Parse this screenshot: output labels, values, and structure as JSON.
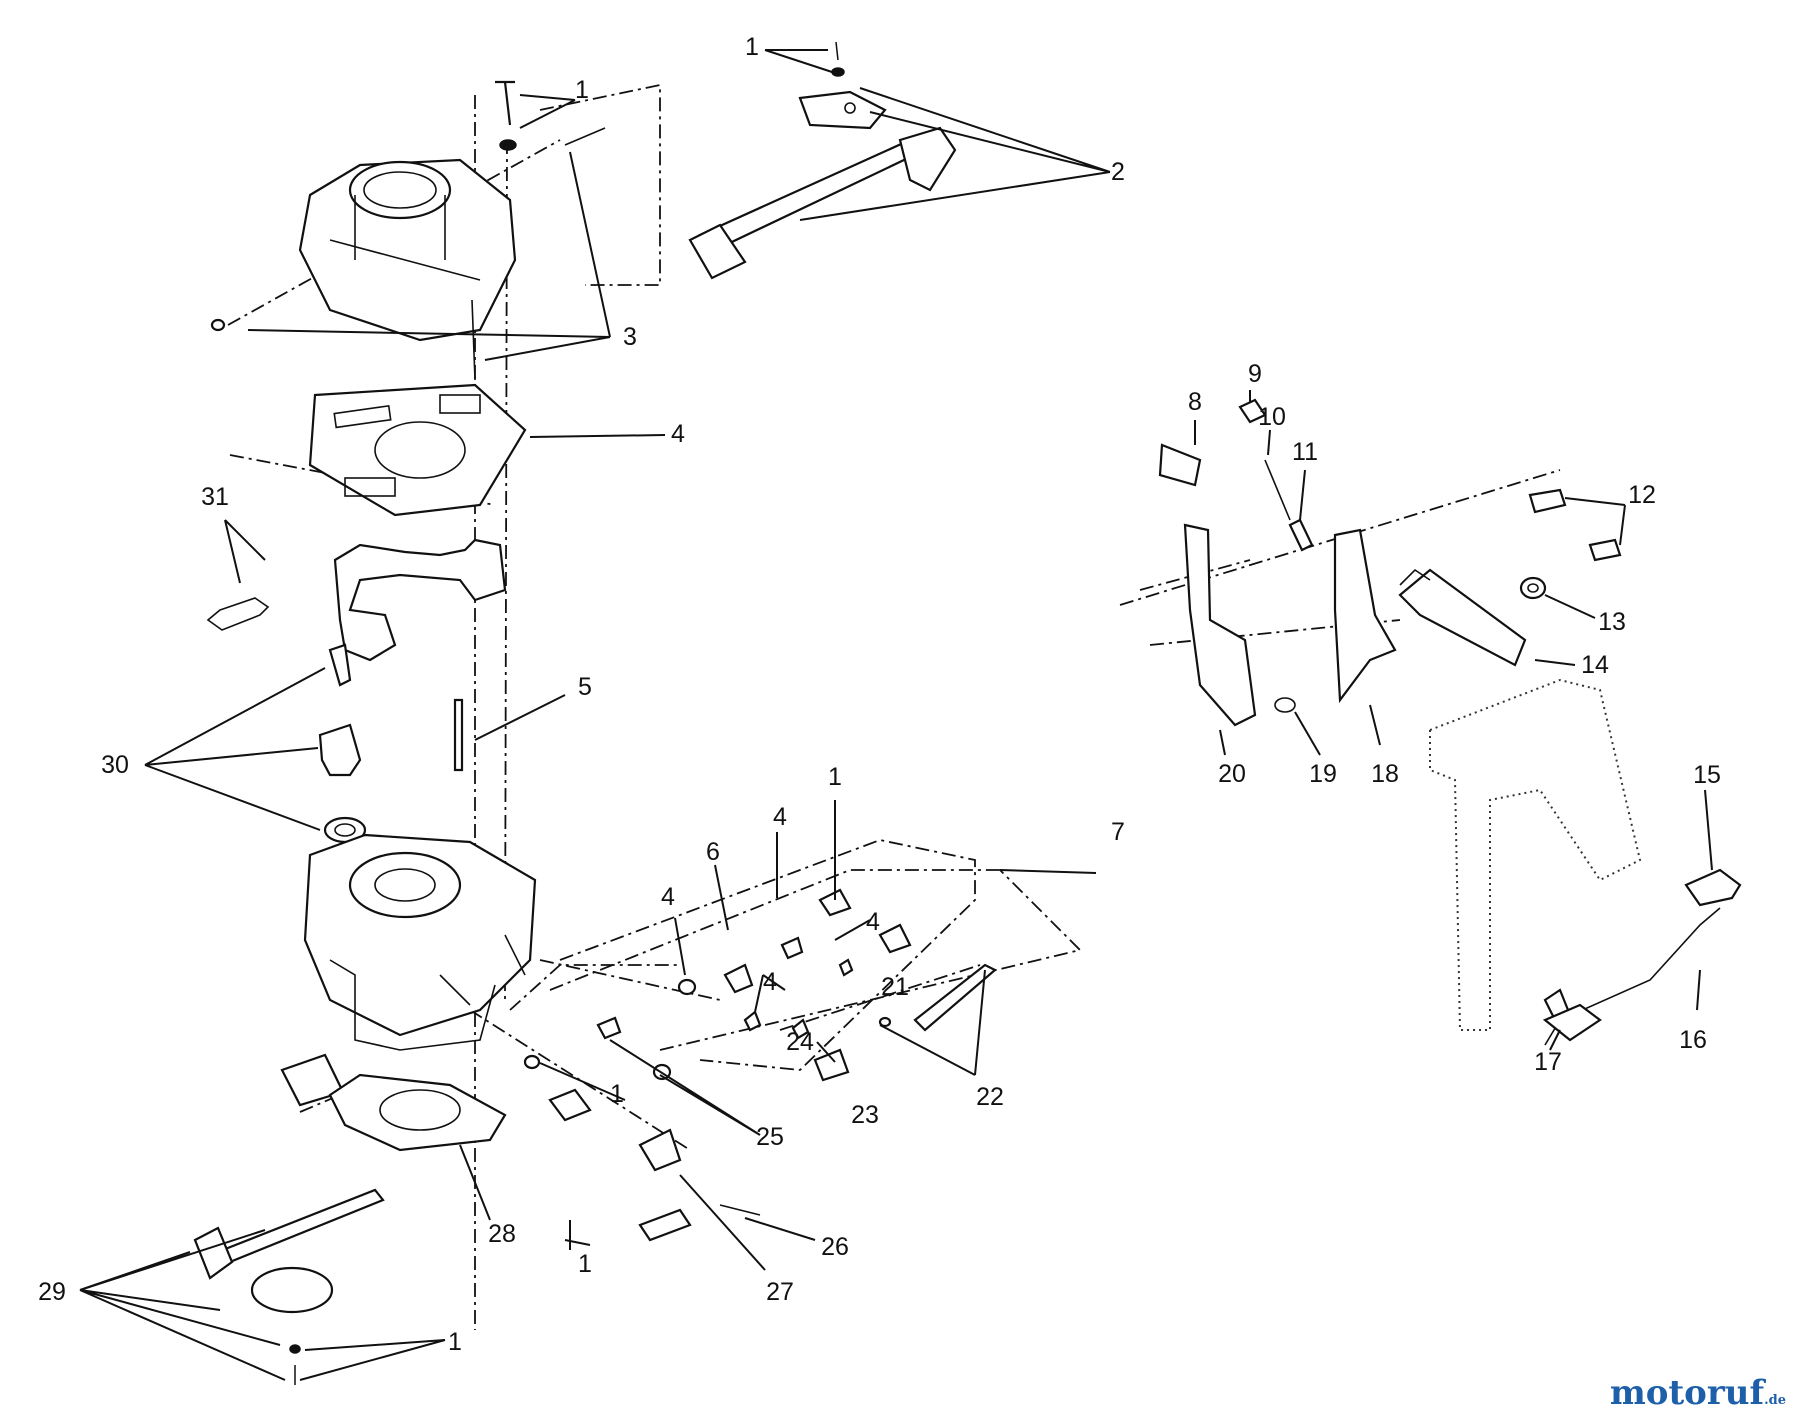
{
  "callouts": [
    {
      "id": "1"
    },
    {
      "id": "2"
    },
    {
      "id": "3"
    },
    {
      "id": "4"
    },
    {
      "id": "5"
    },
    {
      "id": "6"
    },
    {
      "id": "7"
    },
    {
      "id": "8"
    },
    {
      "id": "9"
    },
    {
      "id": "10"
    },
    {
      "id": "11"
    },
    {
      "id": "12"
    },
    {
      "id": "13"
    },
    {
      "id": "14"
    },
    {
      "id": "15"
    },
    {
      "id": "16"
    },
    {
      "id": "17"
    },
    {
      "id": "18"
    },
    {
      "id": "19"
    },
    {
      "id": "20"
    },
    {
      "id": "21"
    },
    {
      "id": "22"
    },
    {
      "id": "23"
    },
    {
      "id": "24"
    },
    {
      "id": "25"
    },
    {
      "id": "26"
    },
    {
      "id": "27"
    },
    {
      "id": "28"
    },
    {
      "id": "29"
    },
    {
      "id": "30"
    },
    {
      "id": "31"
    }
  ],
  "watermark": {
    "part1": "motoruf",
    "part2": ".de"
  }
}
